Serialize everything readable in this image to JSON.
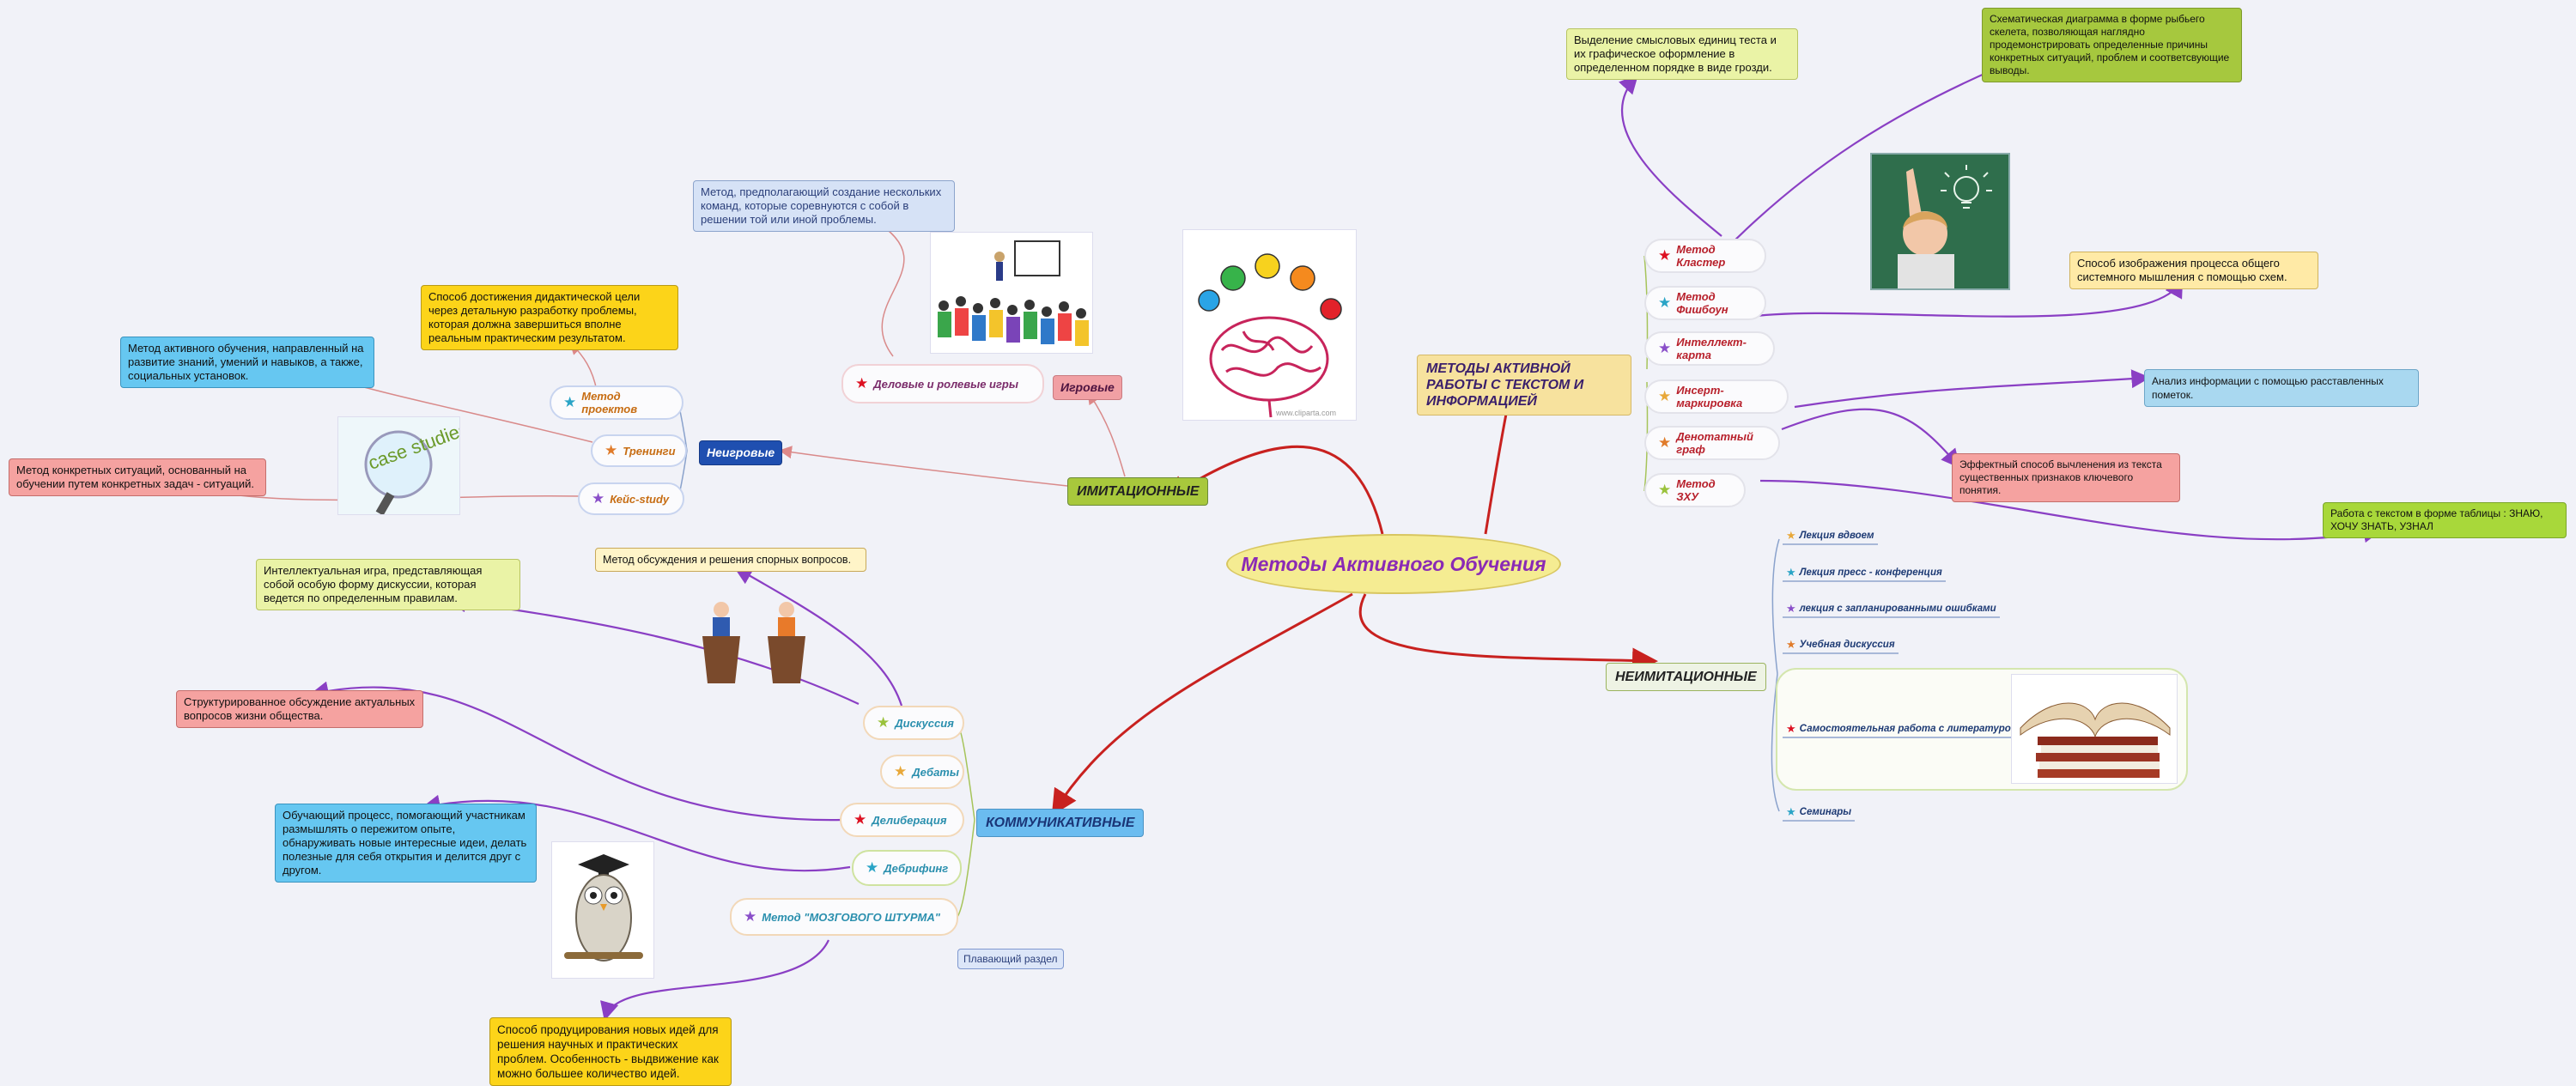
{
  "central": "Методы Активного Обучения",
  "categories": {
    "imitational": "ИМИТАЦИОННЫЕ",
    "nonimitational": "НЕИМИТАЦИОННЫЕ",
    "communicative": "КОММУНИКАТИВНЫЕ",
    "text": "МЕТОДЫ АКТИВНОЙ РАБОТЫ С ТЕКСТОМ И ИНФОРМАЦИЕЙ",
    "game": "Игровые",
    "nongame": "Неигровые"
  },
  "game_methods": {
    "business": "Деловые и ролевые игры",
    "business_note": "Метод, предполагающий создание нескольких команд, которые соревнуются с собой в решении той или иной проблемы."
  },
  "nongame_methods": {
    "projects": "Метод проектов",
    "projects_note": "Способ достижения дидактической цели через детальную разработку проблемы, которая должна завершиться вполне реальным практическим результатом.",
    "trainings": "Тренинги",
    "trainings_note": "Метод активного обучения, направленный на развитие знаний, умений и навыков, а также, социальных установок.",
    "case": "Кейс-study",
    "case_note": "Метод конкретных ситуаций, основанный на обучении путем конкретных задач - ситуаций.",
    "case_image_text": "case studies"
  },
  "text_methods": {
    "cluster": "Метод Кластер",
    "cluster_note": "Выделение смысловых единиц теста и их графическое оформление в определенном порядке в виде грозди.",
    "fishbone": "Метод Фишбоун",
    "fishbone_note": "Схематическая диаграмма в форме рыбьего скелета, позволяющая наглядно продемонстрировать определенные причины конкретных ситуаций, проблем и соответсвующие выводы.",
    "mindmap": "Интеллект-карта",
    "mindmap_note": "Способ изображения процесса общего системного мышления с помощью схем.",
    "insert": "Инсерт-маркировка",
    "insert_note": "Анализ информации с помощью расставленных пометок.",
    "denotat": "Денотатный граф",
    "denotat_note": "Эффектный способ вычленения из текста существенных признаков ключевого понятия.",
    "zhu": "Метод ЗХУ",
    "zhu_note": "Работа с текстом в форме таблицы : ЗНАЮ, ХОЧУ ЗНАТЬ, УЗНАЛ"
  },
  "nonimit_methods": [
    "Лекция вдвоем",
    "Лекция пресс - конференция",
    "лекция с запланированными ошибками",
    "Учебная дискуссия",
    "Самостоятельная работа с литературой",
    "Семинары"
  ],
  "comm_methods": {
    "discussion": "Дискуссия",
    "discussion_note": "Интеллектуальная игра, представляющая собой особую форму дискуссии, которая ведется по определенным правилам.",
    "debates": "Дебаты",
    "debates_note": "Метод обсуждения и решения спорных вопросов.",
    "deliberation": "Делиберация",
    "deliberation_note": "Структурированное обсуждение актуальных вопросов жизни общества.",
    "debriefing": "Дебрифинг",
    "debriefing_note": "Обучающий процесс, помогающий участникам размышлять о пережитом опыте, обнаруживать новые интересные идеи, делать полезные для себя открытия и делится друг с другом.",
    "brainstorm": "Метод \"МОЗГОВОГО ШТУРМА\"",
    "brainstorm_note": "Способ продуцирования новых идей для решения научных и практических проблем. Особенность - выдвижение как можно большее количество идей."
  },
  "floating": "Плавающий раздел",
  "watermark": "www.cliparta.com",
  "icons": [
    "star-icon",
    "brain-bulbs-image",
    "classroom-image",
    "child-idea-image",
    "books-image",
    "owl-image",
    "debate-image",
    "case-study-image"
  ]
}
